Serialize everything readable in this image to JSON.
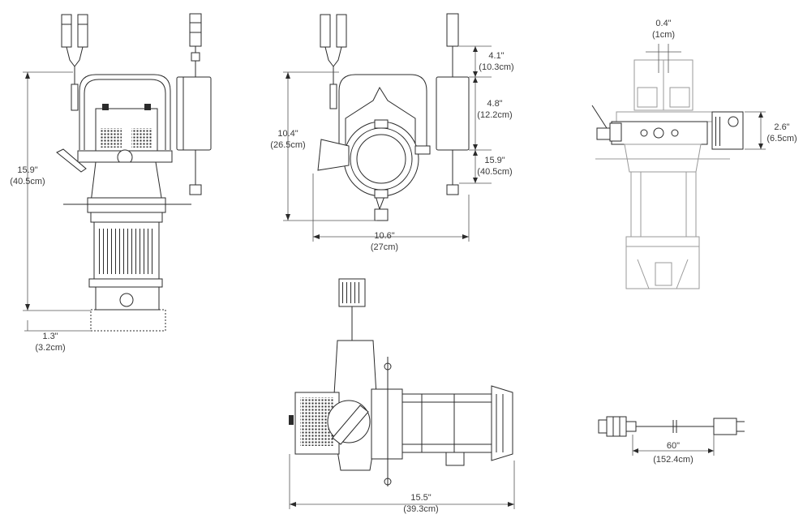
{
  "dimensions": {
    "front_height": {
      "in": "15.9\"",
      "cm": "(40.5cm)"
    },
    "front_base_offset": {
      "in": "1.3\"",
      "cm": "(3.2cm)"
    },
    "rear_height": {
      "in": "10.4\"",
      "cm": "(26.5cm)"
    },
    "rear_width": {
      "in": "10.6\"",
      "cm": "(27cm)"
    },
    "rear_connector_top": {
      "in": "4.1\"",
      "cm": "(10.3cm)"
    },
    "rear_box_height": {
      "in": "4.8\"",
      "cm": "(12.2cm)"
    },
    "rear_cable_drop": {
      "in": "15.9\"",
      "cm": "(40.5cm)"
    },
    "top_offset": {
      "in": "0.4\"",
      "cm": "(1cm)"
    },
    "top_box_height": {
      "in": "2.6\"",
      "cm": "(6.5cm)"
    },
    "side_length": {
      "in": "15.5\"",
      "cm": "(39.3cm)"
    },
    "cable_length": {
      "in": "60\"",
      "cm": "(152.4cm)"
    }
  }
}
